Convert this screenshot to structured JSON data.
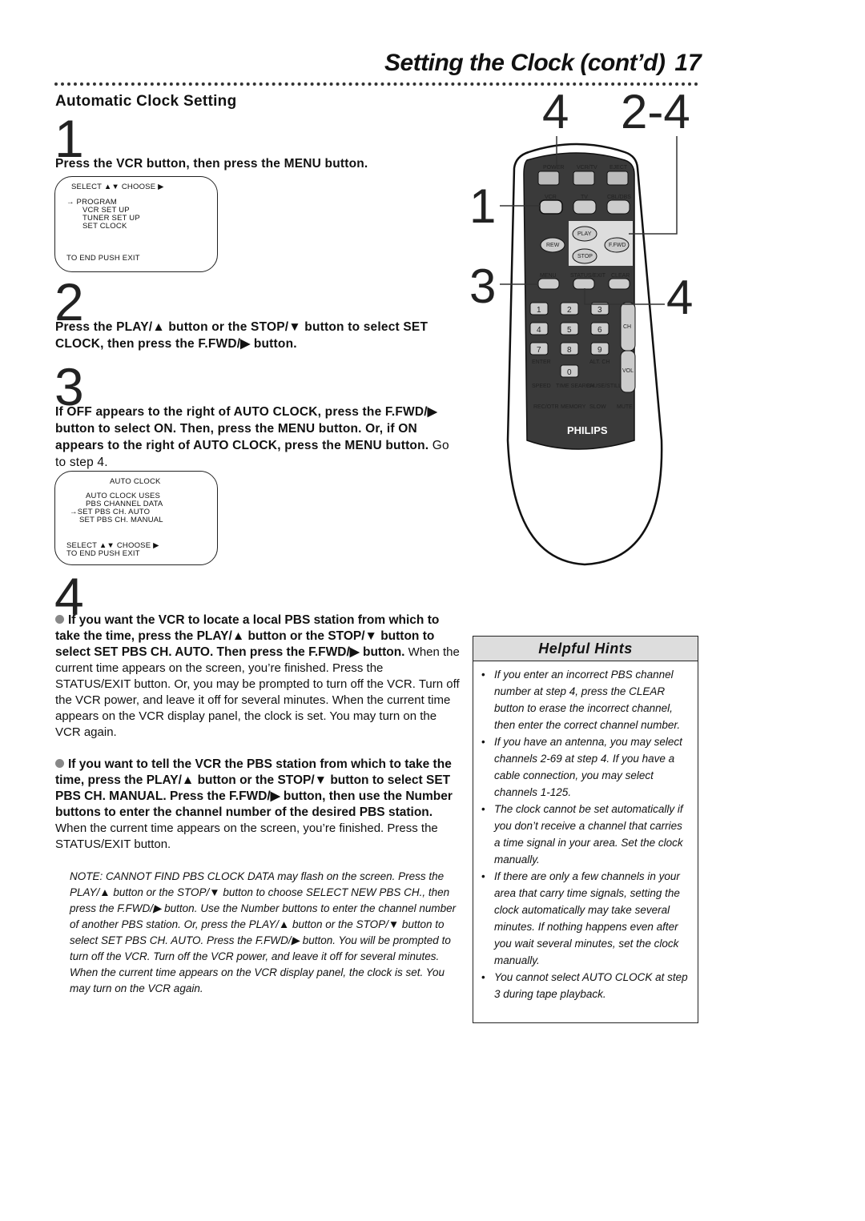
{
  "header": {
    "title": "Setting the Clock (cont’d)",
    "page_number": "17"
  },
  "section_title": "Automatic Clock Setting",
  "steps": {
    "s1": {
      "number": "1",
      "instruction": "Press the VCR button, then press the MENU button."
    },
    "s2": {
      "number": "2",
      "instruction": "Press the PLAY/▲ button or the STOP/▼ button to select SET CLOCK, then press the F.FWD/▶ button."
    },
    "s3": {
      "number": "3",
      "instruction_bold": "If OFF appears to the right of AUTO CLOCK, press the F.FWD/▶ button to select ON. Then, press the MENU button.  Or, if ON appears to the right of AUTO CLOCK, press the MENU button.",
      "instruction_tail": " Go to step 4."
    },
    "s4": {
      "number": "4"
    }
  },
  "screen1": {
    "line1": "SELECT ▲▼ CHOOSE ▶",
    "item1": "→ PROGRAM",
    "item2": "VCR SET UP",
    "item3": "TUNER SET UP",
    "item4": "SET CLOCK",
    "footer": "TO END PUSH EXIT"
  },
  "screen2": {
    "title": "AUTO CLOCK",
    "l1": "AUTO CLOCK USES",
    "l2": "PBS CHANNEL DATA",
    "l3": "→SET PBS CH.  AUTO",
    "l4": "SET PBS CH.  MANUAL",
    "f1": "SELECT ▲▼ CHOOSE ▶",
    "f2": "TO END PUSH EXIT"
  },
  "step4": {
    "b1_bold": "If you want the VCR to locate a local PBS station from which to take the time, press the PLAY/▲ button or the STOP/▼ button to select SET PBS CH. AUTO. Then press the F.FWD/▶ button.",
    "b1_text": " When the current time appears on the screen, you’re finished. Press the STATUS/EXIT button. Or, you may be prompted to turn off the VCR. Turn off the VCR power, and leave it off for several minutes. When the current time appears on the VCR display panel, the clock is set. You may turn on the VCR again.",
    "b2_bold": "If you want to tell the VCR the PBS station from which to take the time, press the PLAY/▲ button or the STOP/▼ button to select SET PBS CH. MANUAL. Press the F.FWD/▶ button, then use the Number buttons to enter the channel number of the desired PBS station.",
    "b2_text": " When the current time appears on the screen, you’re finished. Press the STATUS/EXIT button.",
    "note": "NOTE: CANNOT FIND PBS CLOCK DATA may flash on the screen. Press the PLAY/▲ button or the STOP/▼ button to choose SELECT NEW PBS CH., then press the F.FWD/▶ button. Use the Number buttons to enter the channel number of another PBS station. Or, press the PLAY/▲ button or the STOP/▼ button to select SET PBS CH. AUTO. Press the F.FWD/▶ button. You will be prompted to turn off the VCR. Turn off the VCR power, and leave it off for several minutes. When the current time appears on the VCR display panel, the clock is set. You may turn on the VCR again."
  },
  "hints": {
    "title": "Helpful Hints",
    "items": [
      "If you enter an incorrect PBS channel number at step 4, press the CLEAR button to erase the incorrect channel, then enter the correct channel number.",
      "If you have an antenna, you may select channels 2-69 at step 4. If you have a cable connection, you may select channels 1-125.",
      "The clock cannot be set automatically if you don’t receive a channel that carries a time signal in your area. Set the clock manually.",
      "If there are only a few channels in your area that carry time signals, setting the clock automatically may take several minutes. If nothing happens even after you wait several minutes, set the clock manually.",
      "You cannot select AUTO CLOCK at step 3 during tape playback."
    ]
  },
  "remote": {
    "callouts": {
      "top_left": "4",
      "top_right": "2-4",
      "left1": "1",
      "left3": "3",
      "right4": "4"
    },
    "labels": {
      "power": "POWER",
      "vcrtv": "VCR/TV",
      "eject": "EJECT",
      "vcr": "VCR",
      "tv": "TV",
      "cbldbs": "CBL/DBS",
      "play": "PLAY",
      "rew": "REW",
      "ffwd": "F.FWD",
      "stop": "STOP",
      "menu": "MENU",
      "status": "STATUS/EXIT",
      "clear": "CLEAR",
      "n1": "1",
      "n2": "2",
      "n3": "3",
      "n4": "4",
      "n5": "5",
      "n6": "6",
      "n7": "7",
      "n8": "8",
      "n9": "9",
      "n0": "0",
      "ch": "CH",
      "vol": "VOL",
      "enter": "ENTER",
      "altch": "ALT. CH",
      "speed": "SPEED",
      "timesearch": "TIME SEARCH",
      "pausestill": "PAUSE/STILL",
      "recotr": "REC/OTR",
      "memory": "MEMORY",
      "slow": "SLOW",
      "mute": "MUTE",
      "brand": "PHILIPS"
    }
  }
}
